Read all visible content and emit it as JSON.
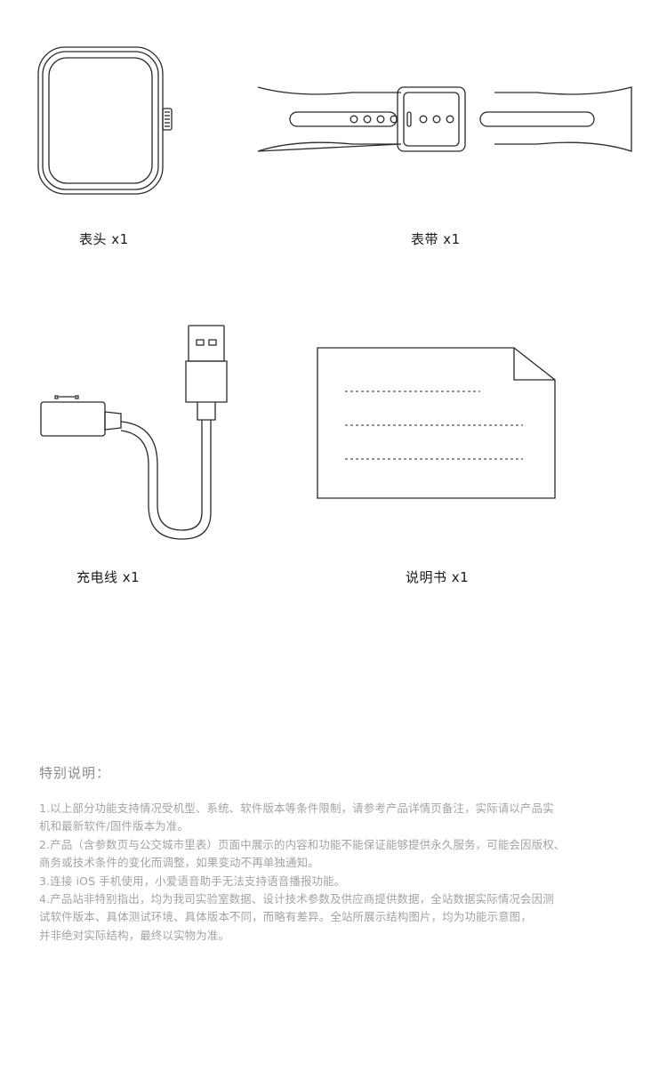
{
  "items": [
    {
      "name": "表头",
      "qty": "x1"
    },
    {
      "name": "表带",
      "qty": "x1"
    },
    {
      "name": "充电线",
      "qty": "x1"
    },
    {
      "name": "说明书",
      "qty": "x1"
    }
  ],
  "notes": {
    "title": "特别说明：",
    "lines": [
      "1.以上部分功能支持情况受机型、系统、软件版本等条件限制，请参考产品详情页备注，实际请以产品实",
      "机和最新软件/固件版本为准。",
      "2.产品（含参数页与公交城市里表）页面中展示的内容和功能不能保证能够提供永久服务，可能会因版权、",
      "商务或技术条件的变化而调整，如果变动不再单独通知。",
      "3.连接 iOS 手机使用，小爱语音助手无法支持语音播报功能。",
      "4.产品站非特别指出，均为我司实验室数据、设计技术参数及供应商提供数据，全站数据实际情况会因测",
      "试软件版本、具体测试环境、具体版本不同，而略有差异。全站所展示结构图片，均为功能示意图，",
      "并非绝对实际结构，最终以实物为准。"
    ]
  }
}
